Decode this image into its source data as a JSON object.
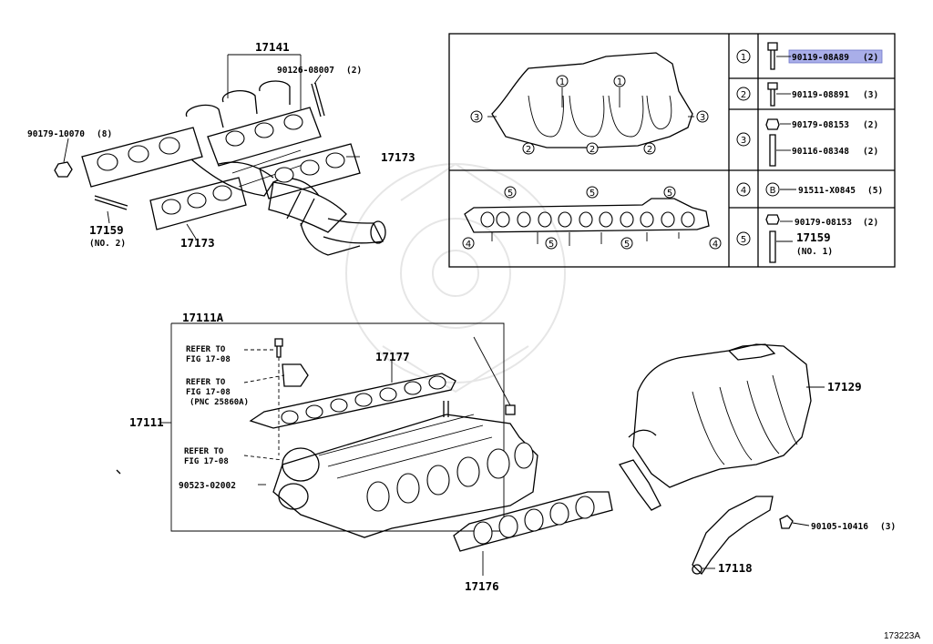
{
  "diagram_code": "173223A",
  "exhaust": {
    "manifold": "17141",
    "stud_nut_top": "90126-08007",
    "stud_nut_top_qty": "(2)",
    "nut_left": "90179-10070",
    "nut_left_qty": "(8)",
    "gasket_right": "17173",
    "gasket_bottom": "17173",
    "stud": "17159",
    "stud_note": "(NO. 2)"
  },
  "inset": {
    "rows": [
      {
        "num": "1",
        "part": "90119-08A89",
        "qty": "(2)"
      },
      {
        "num": "2",
        "part": "90119-08891",
        "qty": "(3)"
      },
      {
        "num": "3",
        "part": "90179-08153",
        "qty": "(2)",
        "part2": "90116-08348",
        "qty2": "(2)"
      },
      {
        "num": "4",
        "part": "91511-X0845",
        "qty": "(5)",
        "icon_letter": "B"
      },
      {
        "num": "5",
        "part": "90179-08153",
        "qty": "(2)",
        "part2": "17159",
        "note2": "(NO. 1)"
      }
    ]
  },
  "intake": {
    "assy": "17111A",
    "manifold": "17111",
    "gasket_top": "17177",
    "chamber": "17129",
    "gasket_bottom": "17176",
    "bracket": "17118",
    "bolt_bracket": "90105-10416",
    "bolt_bracket_qty": "(3)",
    "clip": "90523-02002",
    "refer_1_a": "REFER TO",
    "refer_1_b": "FIG 17-08",
    "refer_2_a": "REFER TO",
    "refer_2_b": "FIG 17-08",
    "refer_2_c": "(PNC 25860A)",
    "refer_3_a": "REFER TO",
    "refer_3_b": "FIG 17-08"
  }
}
